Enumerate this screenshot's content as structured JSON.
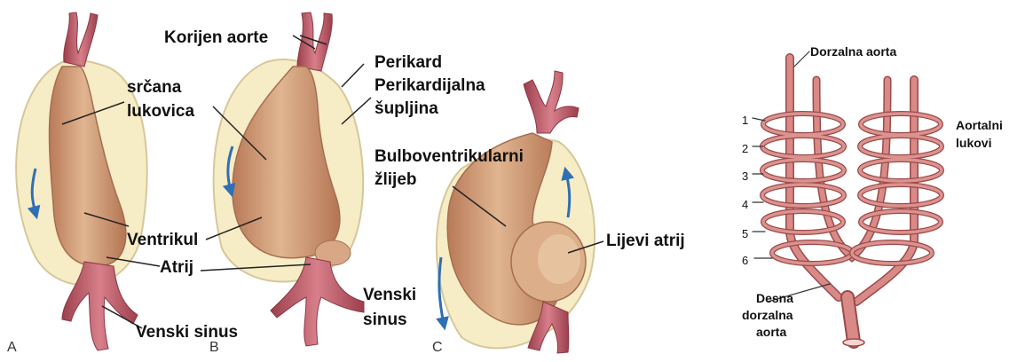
{
  "colors": {
    "pericardium_fill": "#f6ecc6",
    "pericardium_stroke": "#d6c79a",
    "heart_tube": "#c98f6a",
    "heart_tube_light": "#ddb08c",
    "vessel": "#b8525f",
    "vessel_light": "#d47d88",
    "arrow_blue": "#2f6fb3",
    "aortic_arch": "#d98a86",
    "aortic_arch_stroke": "#9a4a4a"
  },
  "panels": {
    "a": "A",
    "b": "B",
    "c": "C"
  },
  "labels": {
    "korijen_aorte": "Korijen aorte",
    "perikard": "Perikard",
    "perikardijalna": "Perikardijalna",
    "supljina": "šupljina",
    "srcana": "srčana",
    "lukovica": "lukovica",
    "bulbo": "Bulboventrikularni",
    "zlijeb": "žlijeb",
    "ventrikul": "Ventrikul",
    "atrij": "Atrij",
    "lijevi_atrij": "Lijevi atrij",
    "venski_sinus_a": "Venski sinus",
    "venski": "Venski",
    "sinus": "sinus"
  },
  "arches": {
    "dorzalna_aorta": "Dorzalna aorta",
    "aortalni": "Aortalni",
    "lukovi": "lukovi",
    "desna": "Desna",
    "dorzalna": "dorzalna",
    "aorta": "aorta",
    "numbers": [
      "1",
      "2",
      "3",
      "4",
      "5",
      "6"
    ]
  }
}
